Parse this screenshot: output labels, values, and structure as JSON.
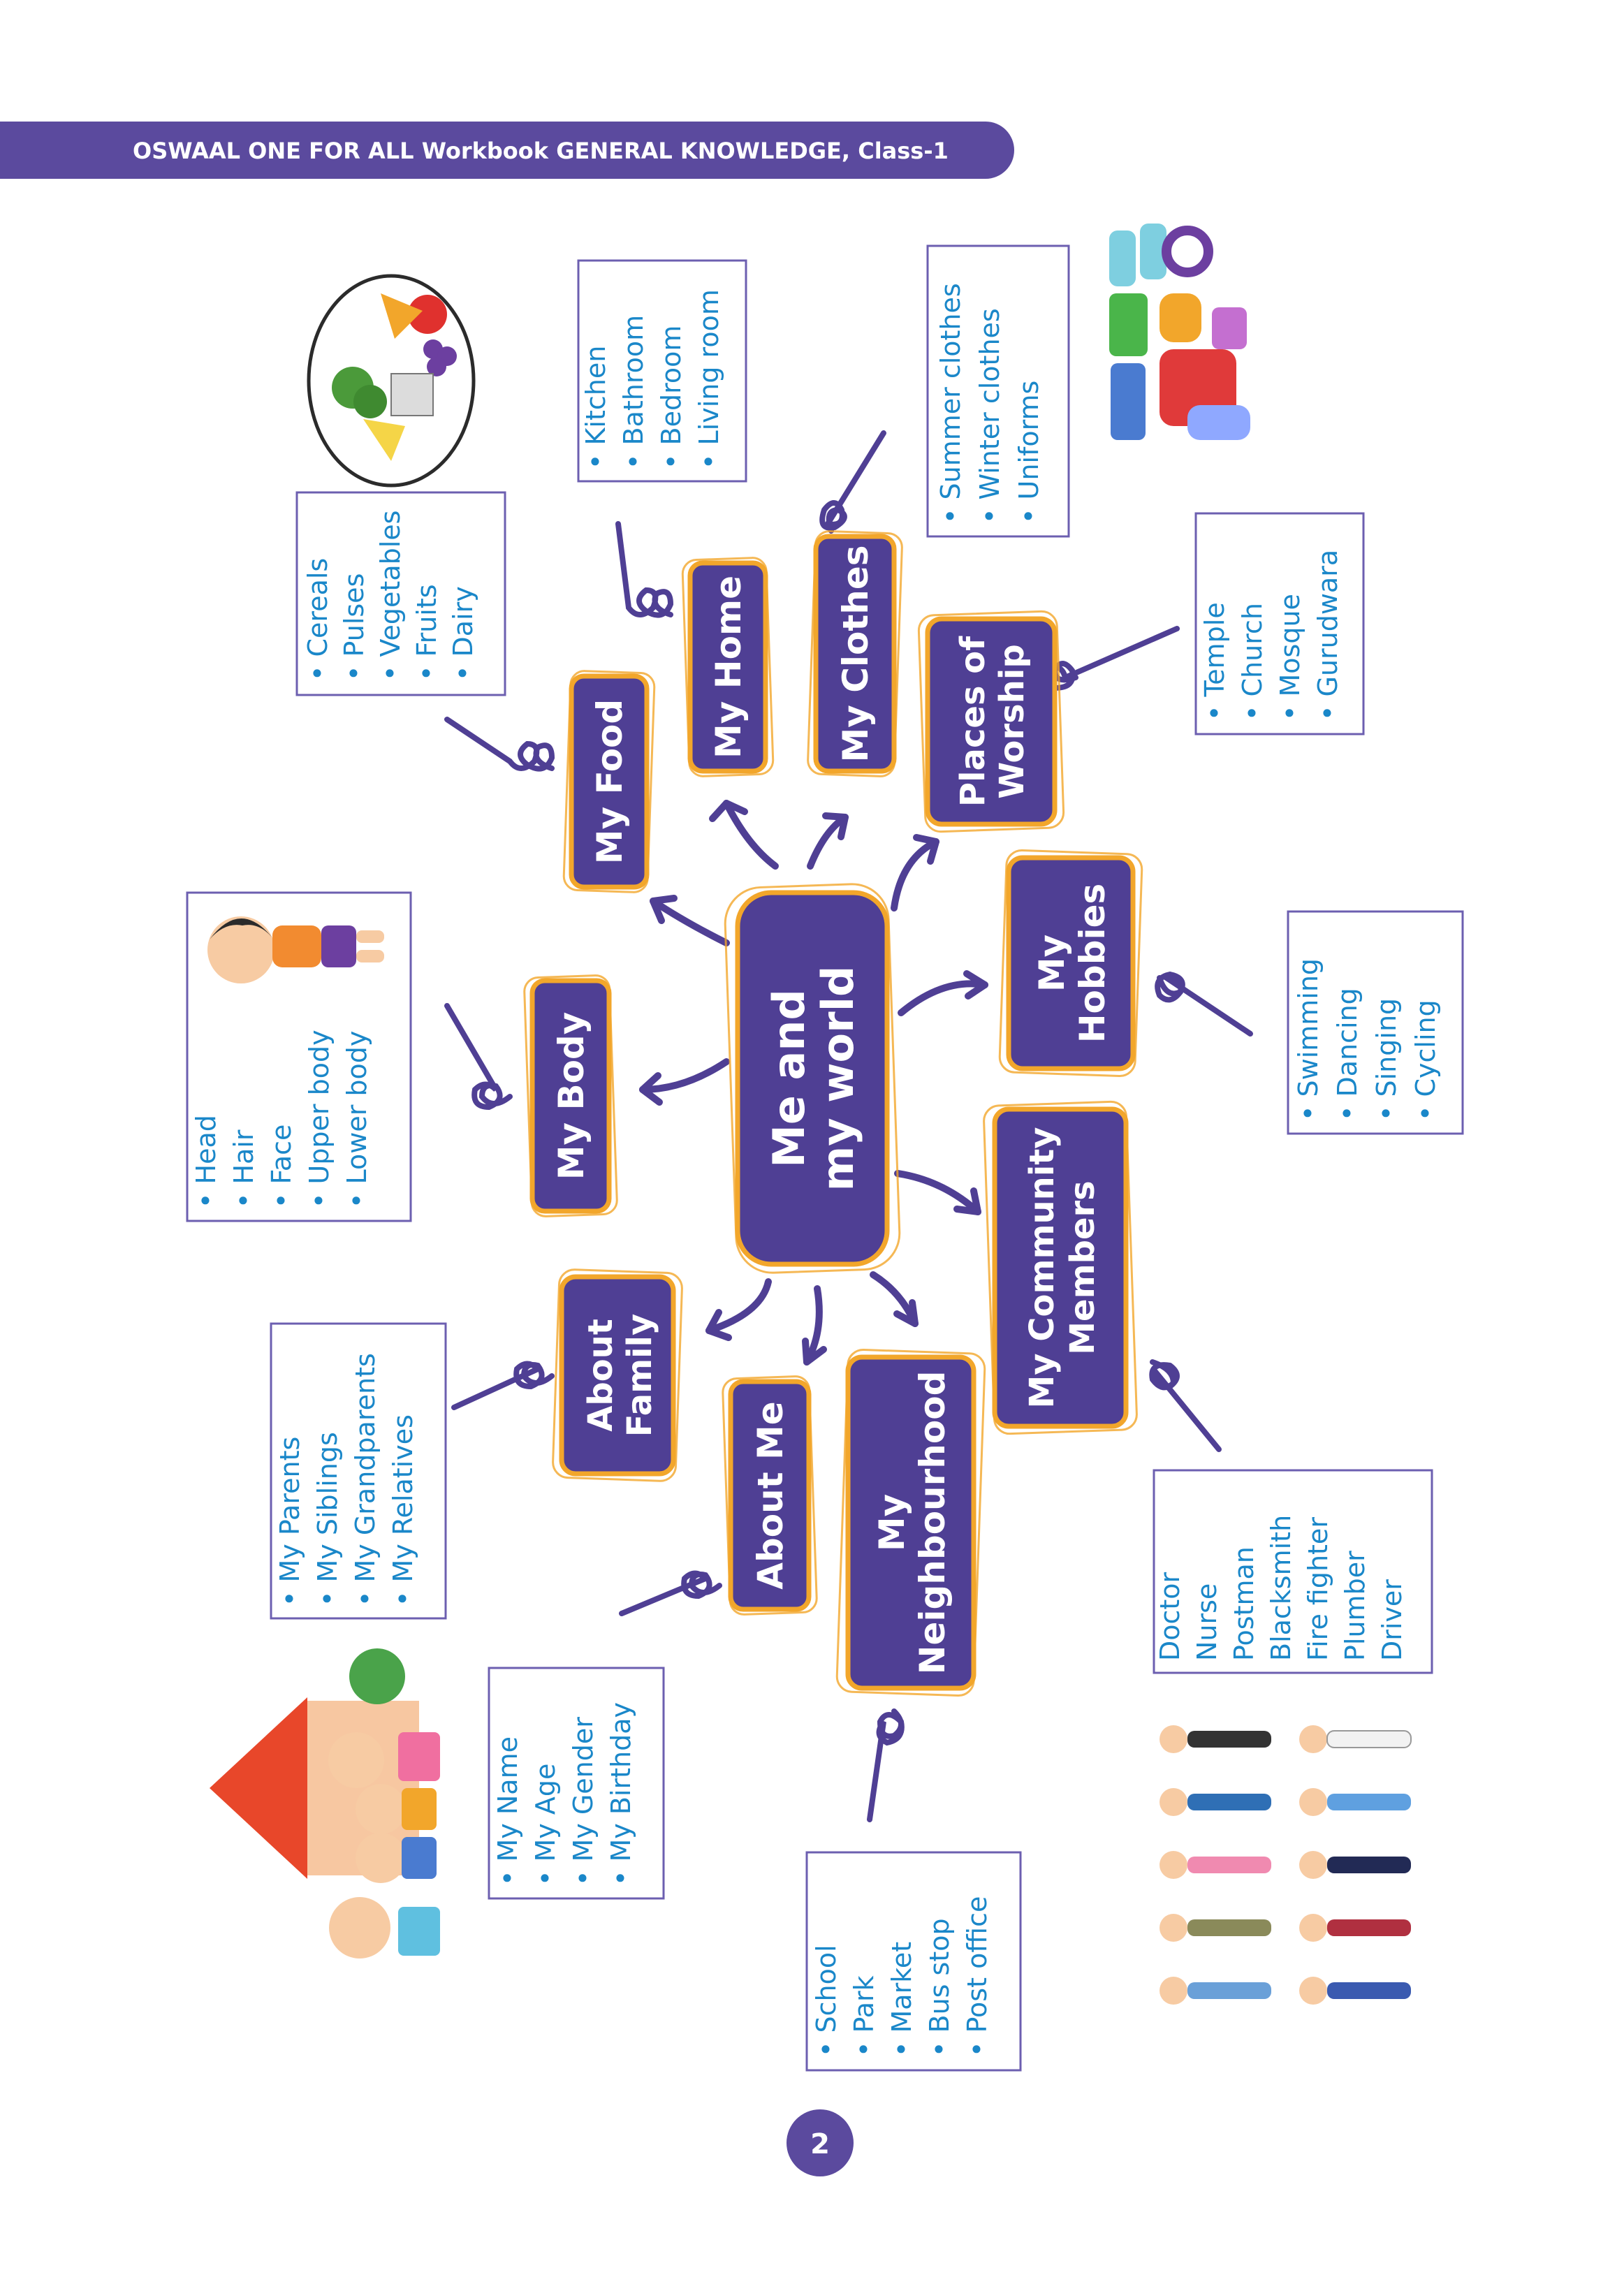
{
  "header": {
    "title": "OSWAAL ONE FOR ALL Workbook GENERAL KNOWLEDGE, Class-1"
  },
  "page_number": "2",
  "center": {
    "line1": "Me and",
    "line2": "my world"
  },
  "nodes": {
    "my_food": "My Food",
    "my_home": "My Home",
    "my_clothes": "My Clothes",
    "places_of_worship": {
      "line1": "Places of",
      "line2": "Worship"
    },
    "my_hobbies": {
      "line1": "My",
      "line2": "Hobbies"
    },
    "my_community": {
      "line1": "My Community",
      "line2": "Members"
    },
    "my_neighbourhood": {
      "line1": "My",
      "line2": "Neighbourhood"
    },
    "about_me": "About Me",
    "about_family": {
      "line1": "About",
      "line2": "Family"
    },
    "my_body": "My Body"
  },
  "lists": {
    "food": [
      "Cereals",
      "Pulses",
      "Vegetables",
      "Fruits",
      "Dairy"
    ],
    "home": [
      "Kitchen",
      "Bathroom",
      "Bedroom",
      "Living room"
    ],
    "clothes": [
      "Summer clothes",
      "Winter clothes",
      "Uniforms"
    ],
    "worship": [
      "Temple",
      "Church",
      "Mosque",
      "Gurudwara"
    ],
    "hobbies": [
      "Swimming",
      "Dancing",
      "Singing",
      "Cycling"
    ],
    "community": [
      "Doctor",
      "Nurse",
      "Postman",
      "Blacksmith",
      "Fire fighter",
      "Plumber",
      "Driver"
    ],
    "neighbourhood": [
      "School",
      "Park",
      "Market",
      "Bus stop",
      "Post office"
    ],
    "about_me": [
      "My Name",
      "My Age",
      "My Gender",
      "My Birthday"
    ],
    "family": [
      "My Parents",
      "My Siblings",
      "My Grandparents",
      "My Relatives"
    ],
    "body": [
      "Head",
      "Hair",
      "Face",
      "Upper body",
      "Lower body"
    ]
  },
  "colors": {
    "primary": "#4f3f94",
    "accent": "#f2a62b",
    "list_text": "#1a87c9"
  }
}
